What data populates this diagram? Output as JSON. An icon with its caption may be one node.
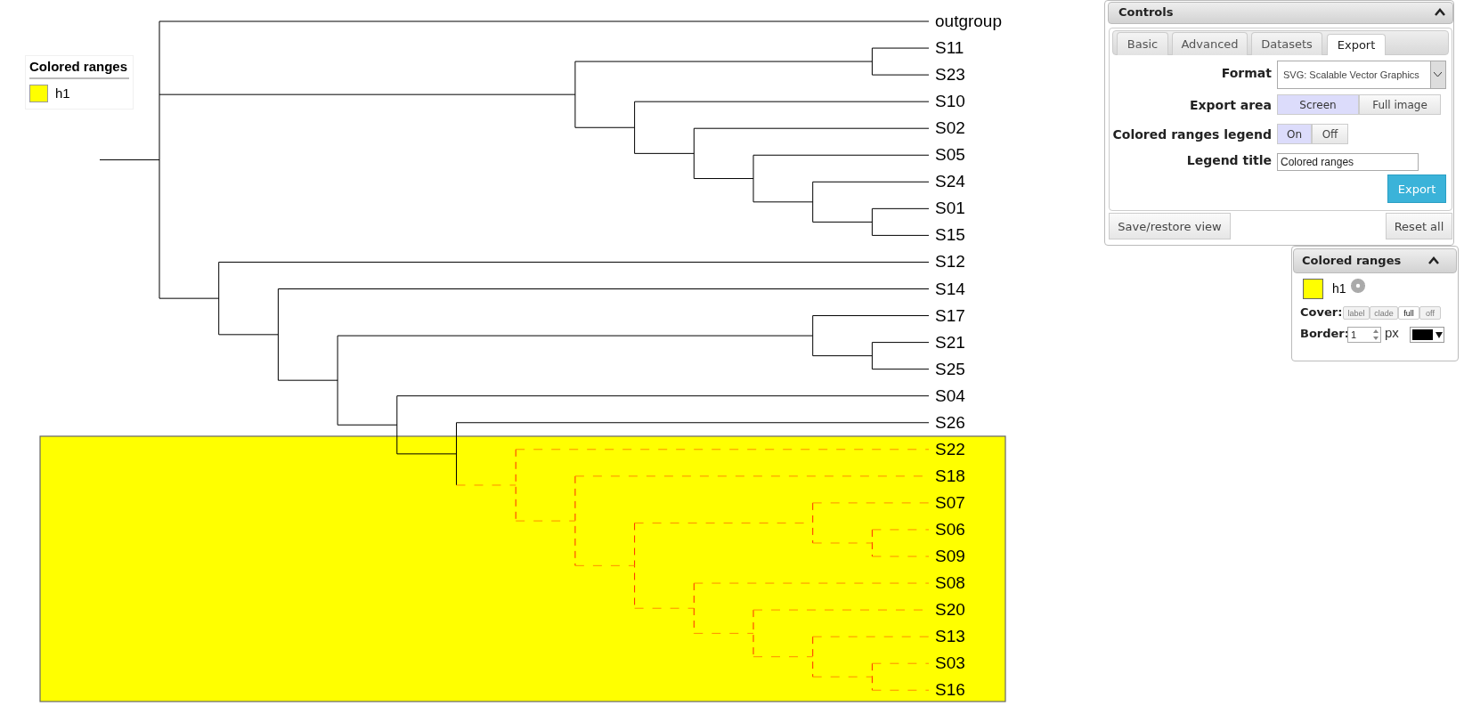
{
  "diagram": {
    "labels": [
      "outgroup",
      "S11",
      "S23",
      "S10",
      "S02",
      "S05",
      "S24",
      "S01",
      "S15",
      "S12",
      "S14",
      "S17",
      "S21",
      "S25",
      "S04",
      "S26",
      "S22",
      "S18",
      "S07",
      "S06",
      "S09",
      "S08",
      "S20",
      "S13",
      "S03",
      "S16",
      "Colored ranges",
      "Controls",
      "Basic",
      "Advanced",
      "Datasets",
      "Export",
      "Format",
      "SVG: Scalable Vector Graphics",
      "Export area",
      "Screen",
      "Full image",
      "Colored ranges legend",
      "On",
      "Off",
      "Legend title",
      "Colored ranges",
      "Export",
      "Save/restore view",
      "Reset all",
      "Colored ranges",
      "h1",
      "Cover:",
      "label",
      "clade",
      "full",
      "off",
      "Border:",
      "1",
      "px"
    ],
    "legend": [
      {
        "text": "h1",
        "color": "#ffff00"
      }
    ]
  }
}
